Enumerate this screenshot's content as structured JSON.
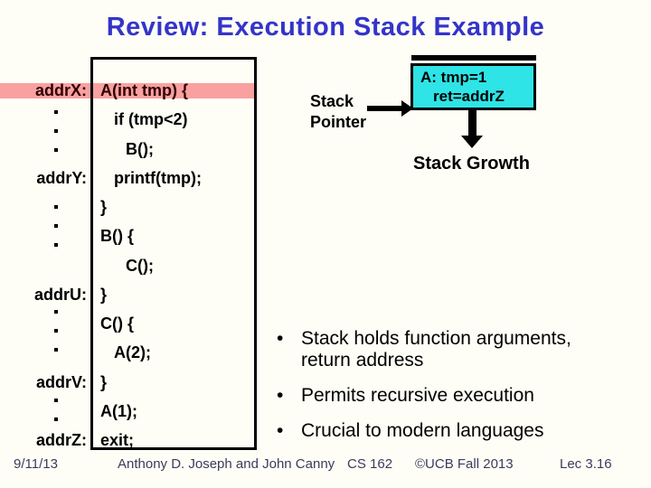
{
  "title": "Review: Execution Stack Example",
  "colors": {
    "background": "#FEFEF6",
    "title_text": "#3434CB",
    "highlight_band": "#F9A0A0",
    "frame_fill": "#2EE4E6",
    "footer_text": "#3B3B5E"
  },
  "listing": {
    "rows": [
      {
        "label": "addrX:",
        "code": "A(int tmp) {",
        "indent": 1,
        "highlighted": true
      },
      {
        "label": "",
        "code": "if (tmp<2)",
        "indent": 2,
        "highlighted": false
      },
      {
        "label": "",
        "code": "B();",
        "indent": 3,
        "highlighted": false
      },
      {
        "label": "addrY:",
        "code": "printf(tmp);",
        "indent": 2,
        "highlighted": false
      },
      {
        "label": "",
        "code": "}",
        "indent": 1,
        "highlighted": false
      },
      {
        "label": "",
        "code": "B() {",
        "indent": 1,
        "highlighted": false
      },
      {
        "label": "",
        "code": "C();",
        "indent": 3,
        "highlighted": false
      },
      {
        "label": "addrU:",
        "code": "}",
        "indent": 1,
        "highlighted": false
      },
      {
        "label": "",
        "code": "C() {",
        "indent": 1,
        "highlighted": false
      },
      {
        "label": "",
        "code": "A(2);",
        "indent": 2,
        "highlighted": false
      },
      {
        "label": "addrV:",
        "code": "}",
        "indent": 1,
        "highlighted": false
      },
      {
        "label": "",
        "code": "A(1);",
        "indent": 1,
        "highlighted": false
      },
      {
        "label": "addrZ:",
        "code": "exit;",
        "indent": 1,
        "highlighted": false
      }
    ],
    "dot_groups": [
      {
        "count": 3
      },
      {
        "count": 3
      },
      {
        "count": 3
      },
      {
        "count": 2
      }
    ]
  },
  "pointer": {
    "line1": "Stack",
    "line2": "Pointer"
  },
  "frame": {
    "line1": "A: tmp=1",
    "line2": "ret=addrZ"
  },
  "growth_label": "Stack Growth",
  "bullets": [
    "Stack holds function arguments, return address",
    "Permits recursive execution",
    "Crucial to modern languages"
  ],
  "footer": {
    "date": "9/11/13",
    "authors": "Anthony D. Joseph and John Canny",
    "course": "CS 162",
    "copyright": "©UCB Fall 2013",
    "lecture": "Lec 3.16"
  }
}
